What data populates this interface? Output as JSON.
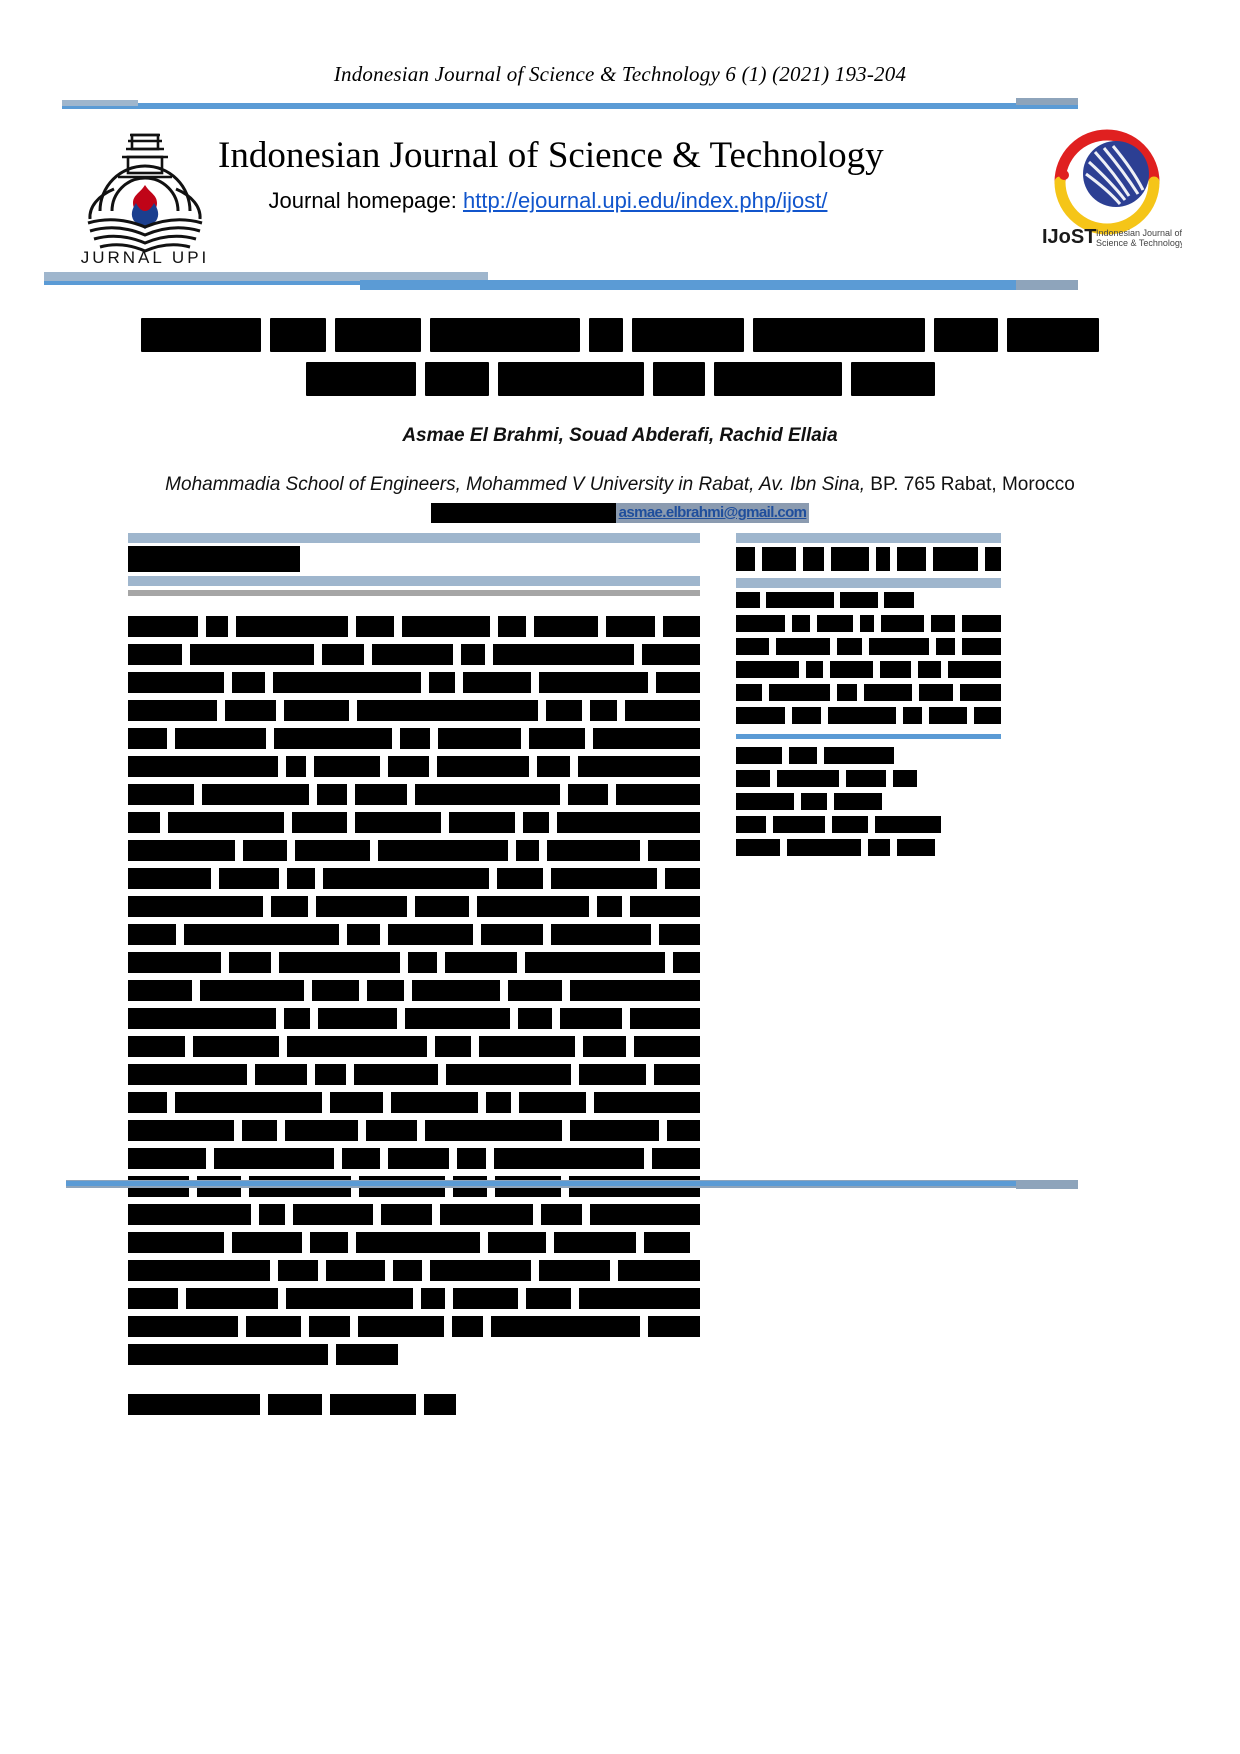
{
  "document": {
    "type": "journal-article-first-page",
    "running_head": "Indonesian Journal of Science & Technology 6 (1) (2021) 193-204"
  },
  "masthead": {
    "journal_title": "Indonesian Journal of Science & Technology",
    "homepage_label": "Journal homepage: ",
    "homepage_url": "http://ejournal.upi.edu/index.php/ijost/",
    "logo_left_text": "JURNAL UPI",
    "logo_right_acronym": "IJoST",
    "logo_right_line1": "Indonesian Journal of",
    "logo_right_line2": "Science & Technology"
  },
  "article": {
    "title_redacted": true,
    "title_rows": [
      [
        120,
        56,
        86,
        150,
        34,
        112,
        172,
        64,
        92
      ],
      [
        110,
        64,
        146,
        52,
        128,
        84
      ]
    ],
    "authors": "Asmae El Brahmi, Souad Abderafi, Rachid Ellaia",
    "affiliation_italic": "Mohammadia School of Engineers, Mohammed V University in Rabat, Av. Ibn Sina,",
    "affiliation_plain": " BP. 765 Rabat, Morocco",
    "correspondence_label_redacted_width": 185,
    "correspondence_email": "asmae.elbrahmi@gmail.com"
  },
  "abstract_panel": {
    "heading_redacted": true,
    "heading_block_width": 172,
    "body_lines": [
      [
        76,
        24,
        122,
        42,
        96,
        30,
        70,
        54,
        40
      ],
      [
        58,
        132,
        44,
        86,
        26,
        150,
        62
      ],
      [
        104,
        36,
        160,
        28,
        74,
        118,
        48
      ],
      [
        90,
        52,
        66,
        184,
        36,
        28,
        76
      ],
      [
        42,
        96,
        126,
        32,
        88,
        60,
        114
      ],
      [
        160,
        22,
        70,
        44,
        98,
        36,
        130
      ],
      [
        66,
        108,
        30,
        52,
        146,
        40,
        84
      ],
      [
        34,
        124,
        58,
        92,
        70,
        28,
        152
      ],
      [
        112,
        46,
        78,
        136,
        24,
        98,
        54
      ],
      [
        86,
        62,
        30,
        172,
        48,
        110,
        36
      ],
      [
        140,
        38,
        94,
        56,
        116,
        26,
        72
      ],
      [
        50,
        160,
        34,
        88,
        64,
        104,
        42
      ],
      [
        98,
        44,
        128,
        30,
        76,
        148,
        28
      ],
      [
        70,
        114,
        52,
        40,
        96,
        60,
        142
      ],
      [
        156,
        28,
        84,
        110,
        36,
        66,
        74
      ],
      [
        60,
        92,
        148,
        38,
        102,
        46,
        70
      ],
      [
        124,
        54,
        32,
        88,
        130,
        70,
        48
      ],
      [
        44,
        166,
        60,
        98,
        28,
        76,
        120
      ],
      [
        108,
        36,
        74,
        52,
        140,
        90,
        34
      ],
      [
        82,
        126,
        40,
        64,
        30,
        158,
        50
      ],
      [
        66,
        48,
        110,
        94,
        36,
        72,
        142
      ],
      [
        132,
        28,
        86,
        54,
        100,
        44,
        118
      ],
      [
        96,
        70,
        38,
        124,
        58,
        82,
        46
      ],
      [
        152,
        42,
        64,
        30,
        108,
        76,
        88
      ],
      [
        54,
        98,
        136,
        26,
        70,
        48,
        130
      ],
      [
        118,
        60,
        44,
        92,
        34,
        160,
        56
      ],
      [
        200,
        62
      ]
    ],
    "footer_line": [
      132,
      54,
      86,
      32
    ]
  },
  "article_info_panel": {
    "heading_redacted": true,
    "heading_blocks": [
      26,
      46,
      30,
      52,
      18,
      40,
      62,
      22
    ],
    "subheading_blocks": [
      24,
      68,
      38,
      30
    ],
    "history_lines": [
      [
        60,
        22,
        44,
        18,
        52,
        30,
        48
      ],
      [
        34,
        56,
        26,
        62,
        20,
        40
      ],
      [
        70,
        18,
        48,
        34,
        26,
        58
      ],
      [
        28,
        64,
        22,
        50,
        36,
        44
      ],
      [
        52,
        30,
        72,
        20,
        40,
        28
      ]
    ],
    "keyword_rule": true,
    "keyword_lines": [
      [
        46,
        28,
        70
      ],
      [
        34,
        62,
        40,
        24
      ],
      [
        58,
        26,
        48
      ],
      [
        30,
        52,
        36,
        66
      ],
      [
        44,
        74,
        22,
        38
      ]
    ]
  },
  "colors": {
    "accent_blue": "#5b9bd5",
    "accent_steel": "#9fb6cd",
    "accent_gray": "#a6a6a6",
    "link": "#1155cc",
    "email_highlight": "#8b9bb0",
    "redaction": "#000000"
  }
}
